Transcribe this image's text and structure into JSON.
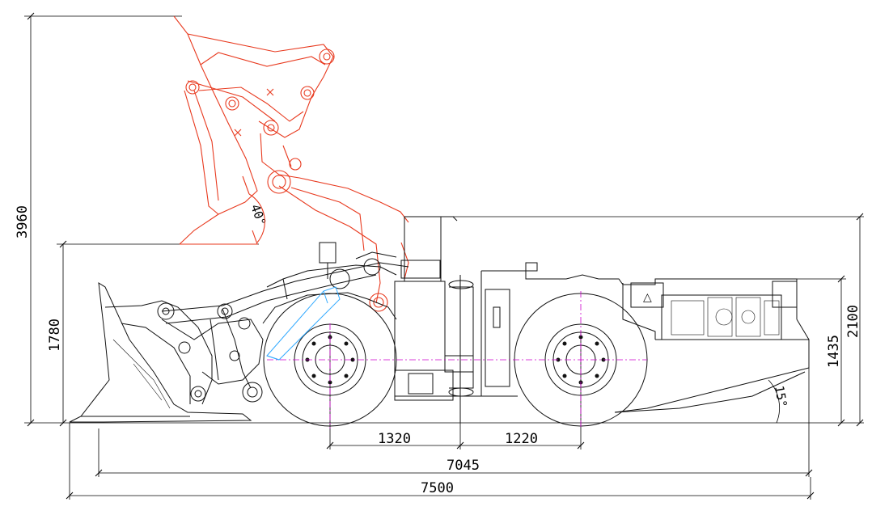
{
  "drawing": {
    "dimensions": {
      "overall_length": "7500",
      "body_length": "7045",
      "front_axle_to_pivot": "1320",
      "pivot_to_rear_axle": "1220",
      "max_bucket_height": "3960",
      "bucket_pin_height": "1780",
      "overall_height": "2100",
      "rear_height": "1435"
    },
    "angles": {
      "dump_angle": "40°",
      "departure_angle": "15°"
    },
    "symbols": {
      "warning_triangle": "△"
    },
    "colors": {
      "machine_lines": "#111111",
      "raised_bucket_lines": "#e8391e",
      "wheel_center_lines": "#cc00cc",
      "lift_geometry": "#33aaff"
    }
  }
}
